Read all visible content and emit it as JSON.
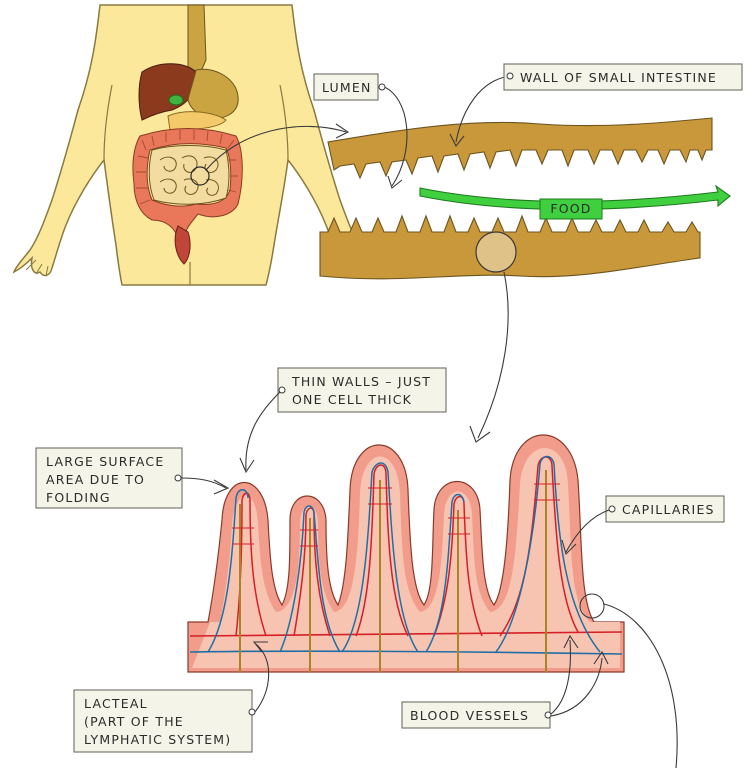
{
  "labels": {
    "lumen": "LUMEN",
    "wall": "WALL OF SMALL INTESTINE",
    "food": "FOOD",
    "thin_walls_1": "THIN WALLS – JUST",
    "thin_walls_2": "ONE CELL THICK",
    "surface_1": "LARGE SURFACE",
    "surface_2": "AREA DUE TO",
    "surface_3": "FOLDING",
    "capillaries": "CAPILLARIES",
    "lacteal_1": "LACTEAL",
    "lacteal_2": "(PART OF THE",
    "lacteal_3": "LYMPHATIC SYSTEM)",
    "blood_vessels": "BLOOD VESSELS"
  },
  "colors": {
    "skin": "#fbe89b",
    "skin_outline": "#8a7a40",
    "intestine_wall": "#c9983a",
    "villus_fill": "#f7c4b2",
    "villus_outer": "#f29d8c",
    "artery": "#d61f26",
    "vein": "#1f6fa6",
    "lacteal": "#a88424",
    "food_arrow": "#3fcf3f",
    "liver": "#8b3a1e",
    "colon": "#e9785a",
    "stomach": "#c9a441"
  }
}
